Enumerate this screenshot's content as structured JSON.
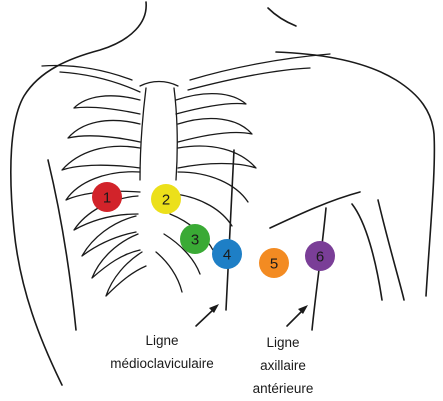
{
  "electrodes": [
    {
      "label": "1",
      "color": "#d2232a"
    },
    {
      "label": "2",
      "color": "#ece01a"
    },
    {
      "label": "3",
      "color": "#3aaa35"
    },
    {
      "label": "4",
      "color": "#1e7fc6"
    },
    {
      "label": "5",
      "color": "#f38b22"
    },
    {
      "label": "6",
      "color": "#7a3e97"
    }
  ],
  "labels": {
    "midclavicular": [
      "Ligne",
      "médioclaviculaire"
    ],
    "anterior_axillary": [
      "Ligne",
      "axillaire",
      "antérieure"
    ]
  }
}
